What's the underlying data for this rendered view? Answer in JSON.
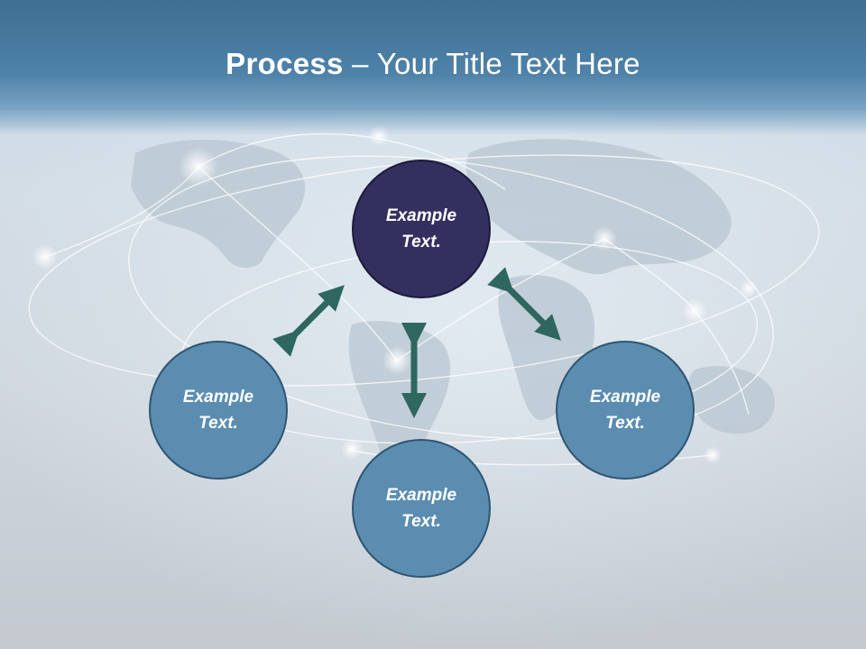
{
  "title": {
    "bold": "Process",
    "rest": " – Your Title Text Here"
  },
  "circles": {
    "center": "Example Text.",
    "left": "Example Text.",
    "bottom": "Example Text.",
    "right": "Example Text."
  },
  "colors": {
    "center_fill": "#33305f",
    "outer_fill": "#5b8db1",
    "arrow": "#2e6660",
    "title_bar": "#4f82a8"
  },
  "icons": [
    "double-arrow-icon",
    "world-map-graphic"
  ]
}
